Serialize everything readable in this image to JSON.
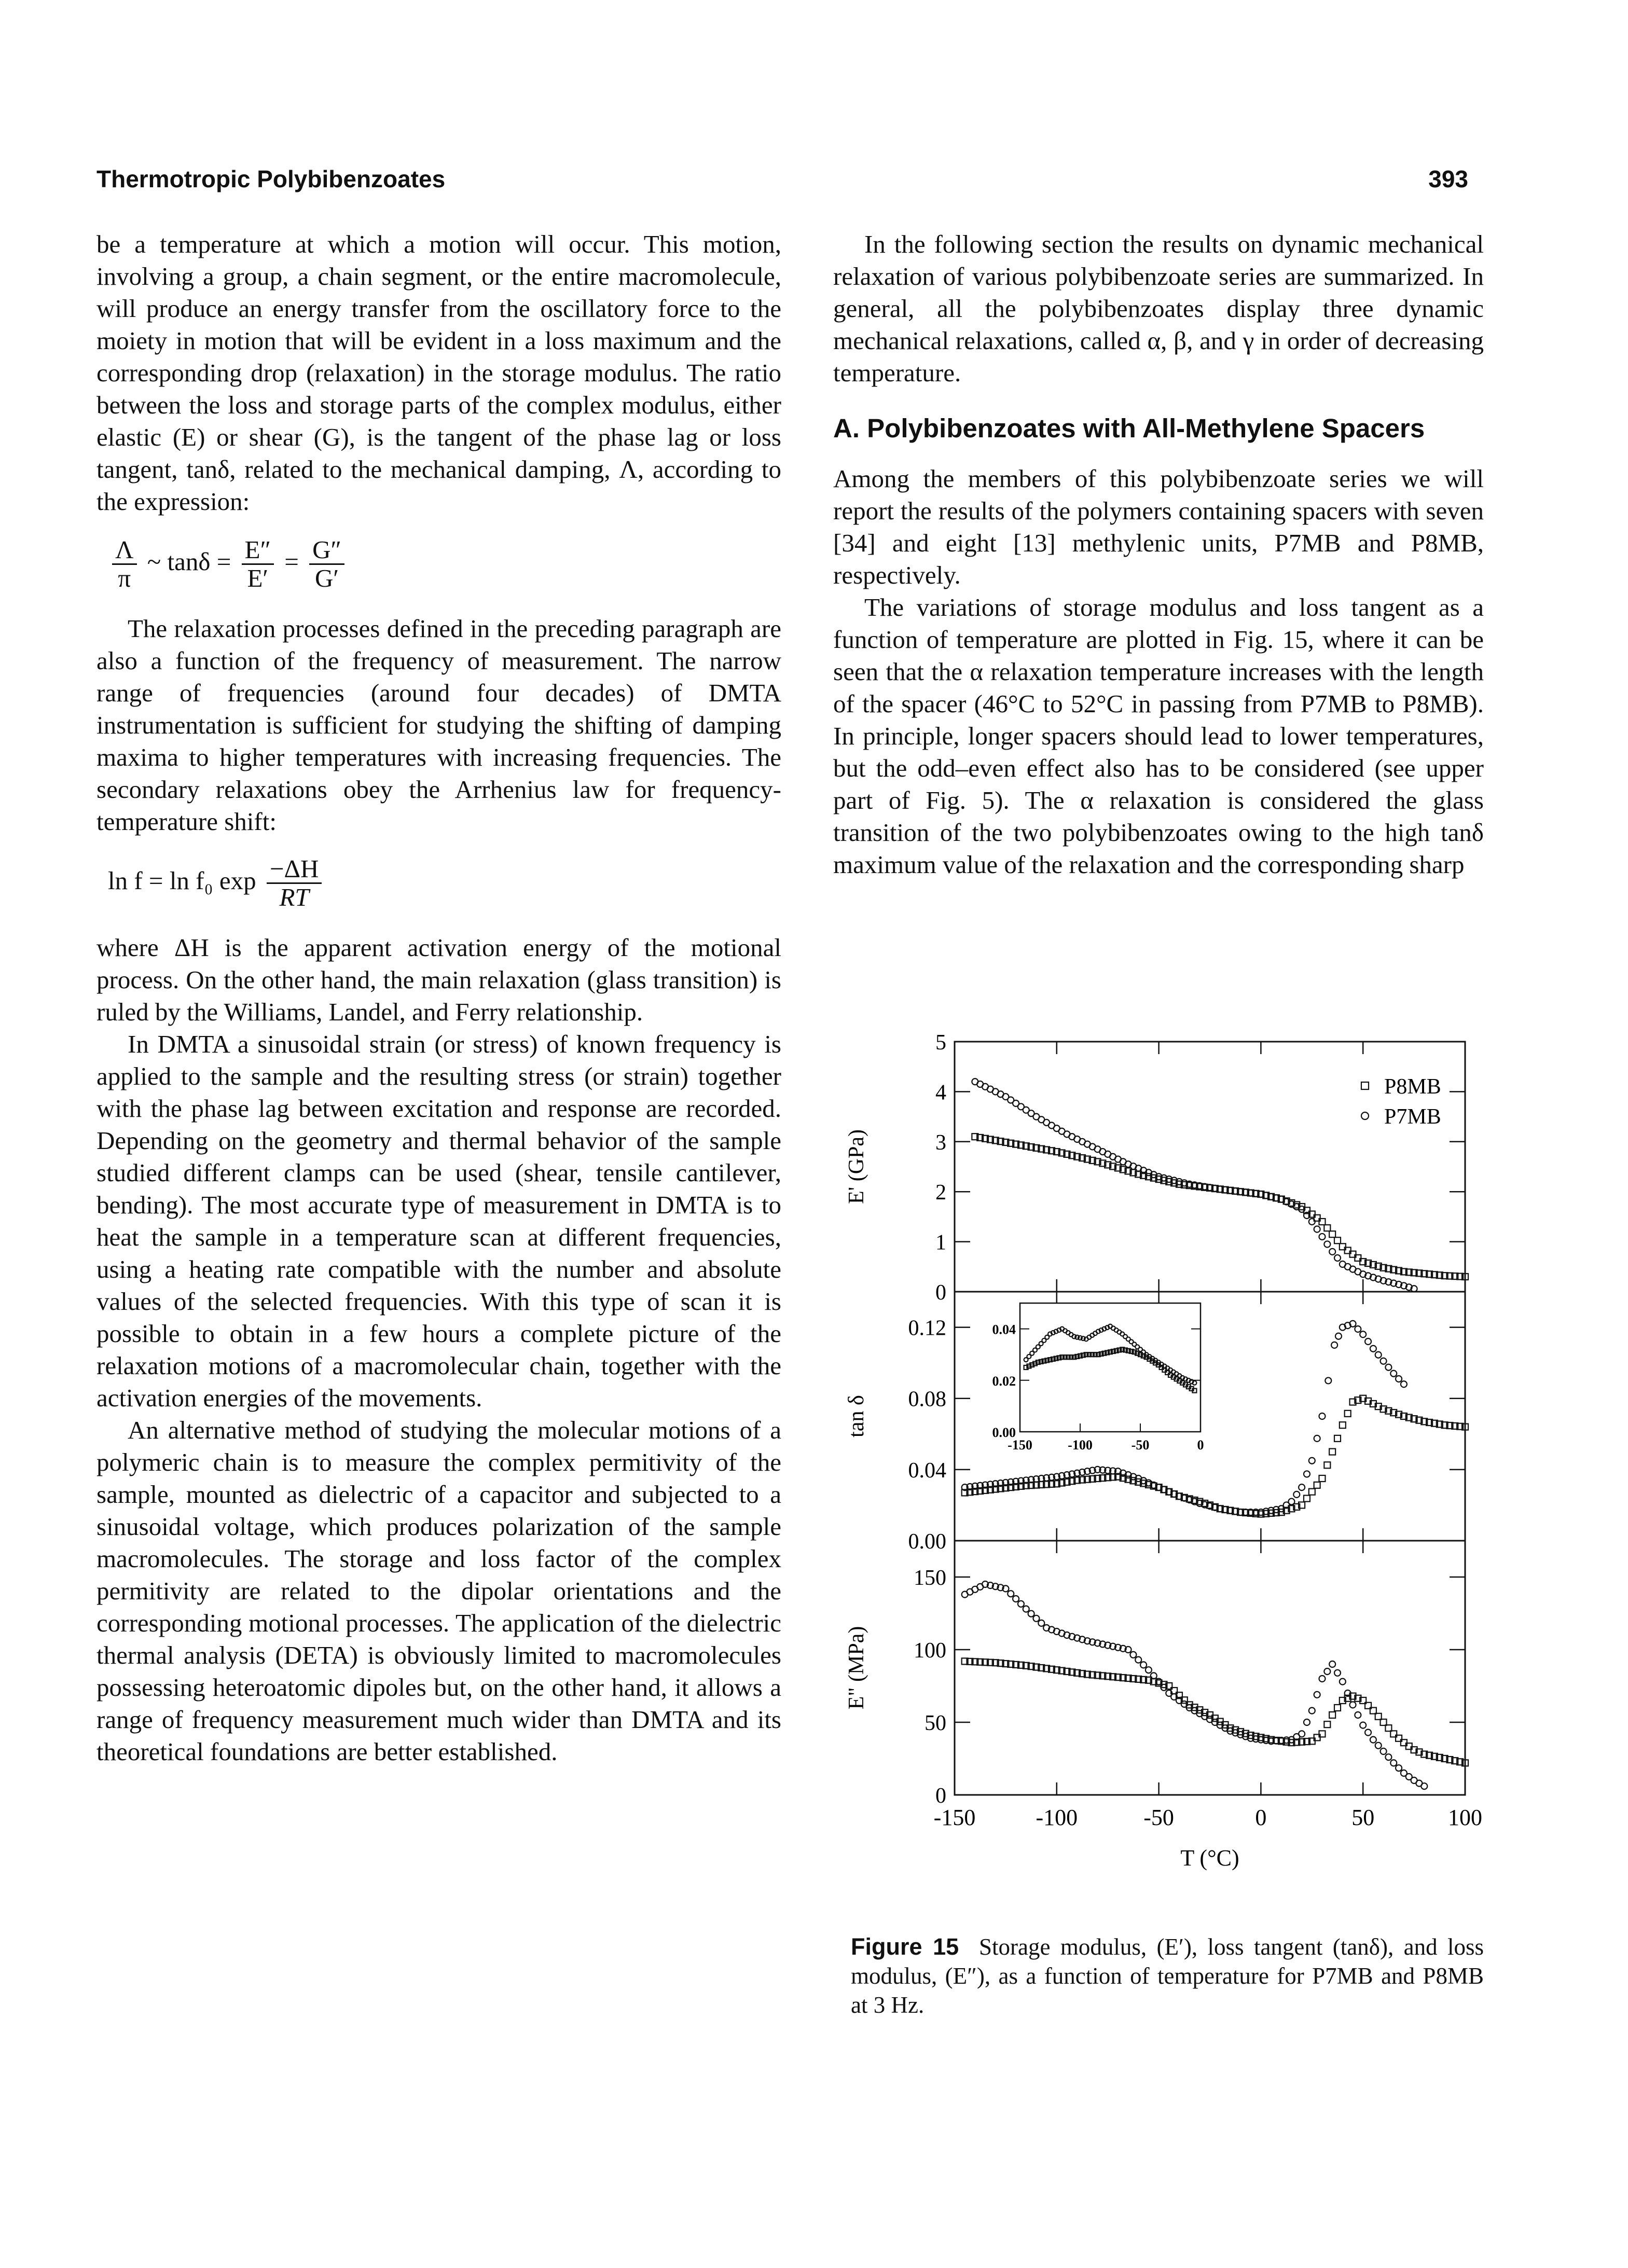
{
  "header": {
    "running_title": "Thermotropic Polybibenzoates",
    "page_number": "393"
  },
  "left_column": {
    "p1": "be a temperature at which a motion will occur. This motion, involving a group, a chain segment, or the entire macromolecule, will produce an energy transfer from the oscillatory force to the moiety in motion that will be evident in a loss maximum and the corresponding drop (relaxation) in the storage modulus. The ratio between the loss and storage parts of the complex modulus, either elastic (E) or shear (G), is the tangent of the phase lag or loss tangent, tanδ, related to the mechanical damping, Λ, according to the expression:",
    "eq1": {
      "lhs_num": "Λ",
      "lhs_den": "π",
      "mid": "~ tanδ =",
      "f1_num": "E″",
      "f1_den": "E′",
      "eq": "=",
      "f2_num": "G″",
      "f2_den": "G′"
    },
    "p2": "The relaxation processes defined in the preceding paragraph are also a function of the frequency of measurement. The narrow range of frequencies (around four decades) of DMTA instrumentation is sufficient for studying the shifting of damping maxima to higher temperatures with increasing frequencies. The secondary relaxations obey the Arrhenius law for frequency-temperature shift:",
    "eq2": {
      "lhs": "ln f = ln f₀ exp",
      "num": "−ΔH",
      "den": "RT"
    },
    "p3": "where ΔH is the apparent activation energy of the motional process. On the other hand, the main relaxation (glass transition) is ruled by the Williams, Landel, and Ferry relationship.",
    "p4": "In DMTA a sinusoidal strain (or stress) of known frequency is applied to the sample and the resulting stress (or strain) together with the phase lag between excitation and response are recorded. Depending on the geometry and thermal behavior of the sample studied different clamps can be used (shear, tensile cantilever, bending). The most accurate type of measurement in DMTA is to heat the sample in a temperature scan at different frequencies, using a heating rate compatible with the number and absolute values of the selected frequencies. With this type of scan it is possible to obtain in a few hours a complete picture of the relaxation motions of a macromolecular chain, together with the activation energies of the movements.",
    "p5": "An alternative method of studying the molecular motions of a polymeric chain is to measure the complex permitivity of the sample, mounted as dielectric of a capacitor and subjected to a sinusoidal voltage, which produces polarization of the sample macromolecules. The storage and loss factor of the complex permitivity are related to the dipolar orientations and the corresponding motional processes. The application of the dielectric thermal analysis (DETA) is obviously limited to macromolecules possessing heteroatomic dipoles but, on the other hand, it allows a range of frequency measurement much wider than DMTA and its theoretical foundations are better established."
  },
  "right_column": {
    "p1": "In the following section the results on dynamic mechanical relaxation of various polybibenzoate series are summarized. In general, all the polybibenzoates display three dynamic mechanical relaxations, called α, β, and γ in order of decreasing temperature.",
    "section_title": "A.  Polybibenzoates with All-Methylene Spacers",
    "p2": "Among the members of this polybibenzoate series we will report the results of the polymers containing spacers with seven [34] and eight [13] methylenic units, P7MB and P8MB, respectively.",
    "p3": "The variations of storage modulus and loss tangent as a function of temperature are plotted in Fig. 15, where it can be seen that the α relaxation temperature increases with the length of the spacer (46°C to 52°C in passing from P7MB to P8MB). In principle, longer spacers should lead to lower temperatures, but the odd–even effect also has to be considered (see upper part of Fig. 5). The α relaxation is considered the glass transition of the two polybibenzoates owing to the high tanδ maximum value of the relaxation and the corresponding sharp"
  },
  "figure": {
    "caption_label": "Figure 15",
    "caption_text": "Storage modulus, (E′), loss tangent (tanδ), and loss modulus, (E″), as a function of temperature for P7MB and P8MB at 3 Hz."
  },
  "chart_data": {
    "type": "scatter",
    "x_label": "T (°C)",
    "x_ticks": [
      "-150",
      "-100",
      "-50",
      "0",
      "50",
      "100"
    ],
    "xlim": [
      -150,
      100
    ],
    "legend": {
      "placement": "top-right",
      "entries": [
        {
          "name": "P8MB",
          "marker": "square"
        },
        {
          "name": "P7MB",
          "marker": "circle"
        }
      ]
    },
    "panels": [
      {
        "id": "storage",
        "ylabel": "E' (GPa)",
        "ylim": [
          0,
          5
        ],
        "yticks": [
          "0",
          "1",
          "2",
          "3",
          "4",
          "5"
        ],
        "yvals": [
          0,
          1,
          2,
          3,
          4,
          5
        ],
        "series": [
          {
            "name": "P8MB",
            "marker": "square",
            "x": [
              -140,
              -120,
              -100,
              -80,
              -60,
              -40,
              -20,
              0,
              10,
              20,
              30,
              40,
              50,
              60,
              70,
              80,
              90,
              100
            ],
            "y": [
              3.1,
              2.95,
              2.8,
              2.6,
              2.35,
              2.15,
              2.05,
              1.95,
              1.85,
              1.7,
              1.4,
              0.9,
              0.6,
              0.48,
              0.4,
              0.36,
              0.32,
              0.3
            ]
          },
          {
            "name": "P7MB",
            "marker": "circle",
            "x": [
              -140,
              -125,
              -110,
              -95,
              -80,
              -65,
              -50,
              -35,
              -20,
              0,
              10,
              20,
              25,
              30,
              35,
              40,
              50,
              60,
              70,
              75
            ],
            "y": [
              4.2,
              3.9,
              3.5,
              3.15,
              2.85,
              2.55,
              2.3,
              2.15,
              2.05,
              1.95,
              1.85,
              1.65,
              1.4,
              1.1,
              0.8,
              0.55,
              0.35,
              0.22,
              0.12,
              0.06
            ]
          }
        ]
      },
      {
        "id": "tan",
        "ylabel": "tan δ",
        "ylim": [
          0,
          0.14
        ],
        "yticks": [
          "0.00",
          "0.04",
          "0.08",
          "0.12"
        ],
        "yvals": [
          0,
          0.04,
          0.08,
          0.12
        ],
        "series": [
          {
            "name": "P8MB",
            "marker": "square",
            "x": [
              -145,
              -130,
              -115,
              -100,
              -90,
              -80,
              -70,
              -60,
              -50,
              -40,
              -30,
              -20,
              -10,
              0,
              10,
              20,
              30,
              35,
              40,
              45,
              50,
              55,
              60,
              70,
              80,
              90,
              100
            ],
            "y": [
              0.027,
              0.029,
              0.031,
              0.032,
              0.034,
              0.035,
              0.036,
              0.033,
              0.03,
              0.025,
              0.022,
              0.018,
              0.016,
              0.015,
              0.016,
              0.02,
              0.035,
              0.05,
              0.065,
              0.078,
              0.08,
              0.077,
              0.074,
              0.07,
              0.067,
              0.065,
              0.064
            ]
          },
          {
            "name": "P7MB",
            "marker": "circle",
            "x": [
              -145,
              -130,
              -115,
              -100,
              -90,
              -80,
              -70,
              -60,
              -50,
              -40,
              -30,
              -20,
              -10,
              0,
              10,
              15,
              20,
              25,
              30,
              33,
              36,
              40,
              45,
              50,
              55,
              60,
              65,
              70
            ],
            "y": [
              0.03,
              0.032,
              0.034,
              0.036,
              0.038,
              0.04,
              0.039,
              0.035,
              0.03,
              0.025,
              0.021,
              0.018,
              0.016,
              0.016,
              0.018,
              0.022,
              0.03,
              0.045,
              0.07,
              0.09,
              0.11,
              0.12,
              0.122,
              0.116,
              0.108,
              0.101,
              0.094,
              0.088
            ]
          }
        ],
        "inset": {
          "xlim": [
            -150,
            0
          ],
          "ylim": [
            0,
            0.05
          ],
          "xticks": [
            "-150",
            "-100",
            "-50",
            "0"
          ],
          "xvals": [
            -150,
            -100,
            -50,
            0
          ],
          "yticks": [
            "0.00",
            "0.02",
            "0.04"
          ],
          "yvals": [
            0,
            0.02,
            0.04
          ],
          "series": [
            {
              "name": "P8MB",
              "marker": "square",
              "x": [
                -145,
                -135,
                -125,
                -115,
                -105,
                -95,
                -85,
                -75,
                -65,
                -55,
                -45,
                -35,
                -25,
                -15,
                -5
              ],
              "y": [
                0.025,
                0.027,
                0.028,
                0.029,
                0.029,
                0.03,
                0.03,
                0.031,
                0.032,
                0.031,
                0.029,
                0.026,
                0.022,
                0.019,
                0.016
              ]
            },
            {
              "name": "P7MB",
              "marker": "circle",
              "x": [
                -145,
                -135,
                -125,
                -115,
                -105,
                -95,
                -85,
                -75,
                -65,
                -55,
                -45,
                -35,
                -25,
                -15,
                -5
              ],
              "y": [
                0.028,
                0.033,
                0.038,
                0.04,
                0.037,
                0.036,
                0.039,
                0.041,
                0.038,
                0.034,
                0.03,
                0.027,
                0.024,
                0.021,
                0.019
              ]
            }
          ]
        }
      },
      {
        "id": "loss",
        "ylabel": "E\" (MPa)",
        "ylim": [
          0,
          175
        ],
        "yticks": [
          "0",
          "50",
          "100",
          "150"
        ],
        "yvals": [
          0,
          50,
          100,
          150
        ],
        "series": [
          {
            "name": "P8MB",
            "marker": "square",
            "x": [
              -145,
              -130,
              -115,
              -100,
              -85,
              -70,
              -55,
              -45,
              -35,
              -25,
              -15,
              -5,
              5,
              15,
              25,
              30,
              35,
              40,
              45,
              50,
              55,
              60,
              65,
              70,
              75,
              80,
              90,
              100
            ],
            "y": [
              92,
              91,
              89,
              86,
              83,
              81,
              79,
              75,
              62,
              55,
              46,
              41,
              38,
              36,
              37,
              42,
              55,
              65,
              68,
              65,
              58,
              50,
              42,
              36,
              31,
              28,
              25,
              22
            ]
          },
          {
            "name": "P7MB",
            "marker": "circle",
            "x": [
              -145,
              -135,
              -125,
              -115,
              -105,
              -95,
              -85,
              -75,
              -65,
              -55,
              -45,
              -35,
              -25,
              -15,
              -5,
              5,
              15,
              20,
              25,
              30,
              35,
              40,
              45,
              50,
              55,
              60,
              65,
              70,
              75,
              80
            ],
            "y": [
              138,
              145,
              142,
              128,
              115,
              110,
              106,
              103,
              100,
              86,
              70,
              60,
              52,
              44,
              39,
              37,
              38,
              42,
              58,
              80,
              90,
              78,
              62,
              48,
              38,
              30,
              22,
              15,
              10,
              6
            ]
          }
        ]
      }
    ]
  }
}
